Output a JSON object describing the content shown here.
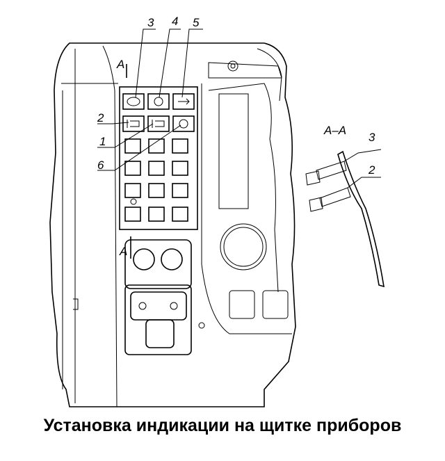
{
  "title": "Установка индикации на щитке приборов",
  "callouts": [
    "3",
    "4",
    "5",
    "2",
    "1",
    "6"
  ],
  "section_marks": {
    "top": "А",
    "bottom": "А",
    "view": "А–А"
  },
  "detail_callouts": [
    "3",
    "2"
  ]
}
